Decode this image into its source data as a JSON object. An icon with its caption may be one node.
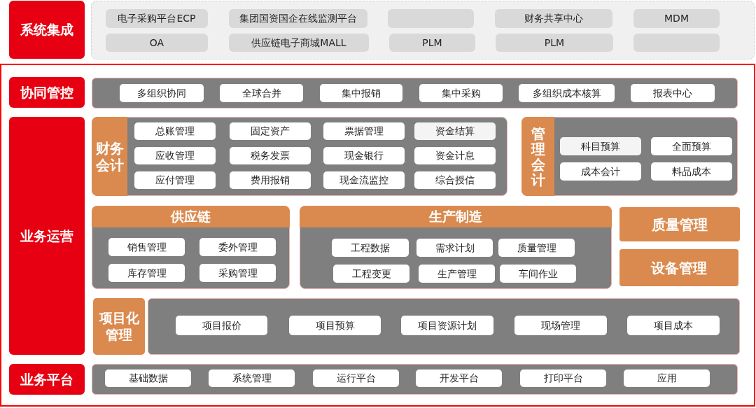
{
  "diagram": {
    "nodes": [
      {
        "text": [
          "系统集成"
        ]
      },
      {
        "text": [],
        "shape": "box"
      },
      {
        "text": [
          "电子采购平台ECP"
        ],
        "in": 1
      },
      {
        "text": [
          "集团国资国企在线监测平台"
        ],
        "in": 1
      },
      {
        "text": [],
        "shape": "box",
        "in": 1
      },
      {
        "text": [
          "财务共享中心"
        ],
        "in": 1
      },
      {
        "text": [
          "MDM"
        ],
        "in": 1
      },
      {
        "text": [
          "OA"
        ],
        "in": 1
      },
      {
        "text": [
          "供应链电子商城MALL"
        ],
        "in": 1
      },
      {
        "text": [
          "PLM"
        ],
        "in": 1
      },
      {
        "text": [
          "PLM"
        ],
        "in": 1
      },
      {
        "text": [],
        "shape": "box",
        "in": 1
      },
      {
        "text": [],
        "shape": "box"
      },
      {
        "text": [
          "协同管控"
        ],
        "in": 12
      },
      {
        "text": [],
        "shape": "box",
        "in": 12
      },
      {
        "text": [
          "多组织协同"
        ],
        "in": 14
      },
      {
        "text": [
          "全球合并"
        ],
        "in": 14
      },
      {
        "text": [
          "集中报销"
        ],
        "in": 14
      },
      {
        "text": [
          "集中采购"
        ],
        "in": 14
      },
      {
        "text": [
          "多组织成本核算"
        ],
        "in": 14
      },
      {
        "text": [
          "报表中心"
        ],
        "in": 14
      },
      {
        "text": [
          "业务运营"
        ],
        "in": 12
      },
      {
        "text": [
          "财务会计"
        ],
        "in": 12
      },
      {
        "text": [
          "总账管理"
        ],
        "in": 22
      },
      {
        "text": [
          "固定资产"
        ],
        "in": 22
      },
      {
        "text": [
          "票据管理"
        ],
        "in": 22
      },
      {
        "text": [
          "资金结算"
        ],
        "in": 22
      },
      {
        "text": [
          "应收管理"
        ],
        "in": 22
      },
      {
        "text": [
          "税务发票"
        ],
        "in": 22
      },
      {
        "text": [
          "现金银行"
        ],
        "in": 22
      },
      {
        "text": [
          "资金计息"
        ],
        "in": 22
      },
      {
        "text": [
          "应付管理"
        ],
        "in": 22
      },
      {
        "text": [
          "费用报销"
        ],
        "in": 22
      },
      {
        "text": [
          "现金流监控"
        ],
        "in": 22
      },
      {
        "text": [
          "综合授信"
        ],
        "in": 22
      },
      {
        "text": [
          "管理会计"
        ],
        "in": 12
      },
      {
        "text": [
          "科目预算"
        ],
        "in": 35
      },
      {
        "text": [
          "全面预算"
        ],
        "in": 35
      },
      {
        "text": [
          "成本会计"
        ],
        "in": 35
      },
      {
        "text": [
          "料品成本"
        ],
        "in": 35
      },
      {
        "text": [
          "供应链"
        ],
        "in": 12
      },
      {
        "text": [
          "销售管理"
        ],
        "in": 40
      },
      {
        "text": [
          "委外管理"
        ],
        "in": 40
      },
      {
        "text": [
          "库存管理"
        ],
        "in": 40
      },
      {
        "text": [
          "采购管理"
        ],
        "in": 40
      },
      {
        "text": [
          "生产制造"
        ],
        "in": 12
      },
      {
        "text": [
          "工程数据"
        ],
        "in": 45
      },
      {
        "text": [
          "需求计划"
        ],
        "in": 45
      },
      {
        "text": [
          "质量管理"
        ],
        "in": 45
      },
      {
        "text": [
          "工程变更"
        ],
        "in": 45
      },
      {
        "text": [
          "生产管理"
        ],
        "in": 45
      },
      {
        "text": [
          "车间作业"
        ],
        "in": 45
      },
      {
        "text": [
          "质量管理"
        ],
        "in": 12
      },
      {
        "text": [
          "设备管理"
        ],
        "in": 12
      },
      {
        "text": [
          "项目化管理"
        ],
        "in": 12
      },
      {
        "text": [],
        "shape": "box",
        "in": 12
      },
      {
        "text": [
          "项目报价"
        ],
        "in": 55
      },
      {
        "text": [
          "项目预算"
        ],
        "in": 55
      },
      {
        "text": [
          "项目资源计划"
        ],
        "in": 55
      },
      {
        "text": [
          "现场管理"
        ],
        "in": 55
      },
      {
        "text": [
          "项目成本"
        ],
        "in": 55
      },
      {
        "text": [
          "业务平台"
        ],
        "in": 12
      },
      {
        "text": [],
        "shape": "box",
        "in": 12
      },
      {
        "text": [
          "基础数据"
        ],
        "in": 62
      },
      {
        "text": [
          "系统管理"
        ],
        "in": 62
      },
      {
        "text": [
          "运行平台"
        ],
        "in": 62
      },
      {
        "text": [
          "开发平台"
        ],
        "in": 62
      },
      {
        "text": [
          "打印平台"
        ],
        "in": 62
      },
      {
        "text": [
          "应用"
        ],
        "in": 62
      }
    ]
  }
}
